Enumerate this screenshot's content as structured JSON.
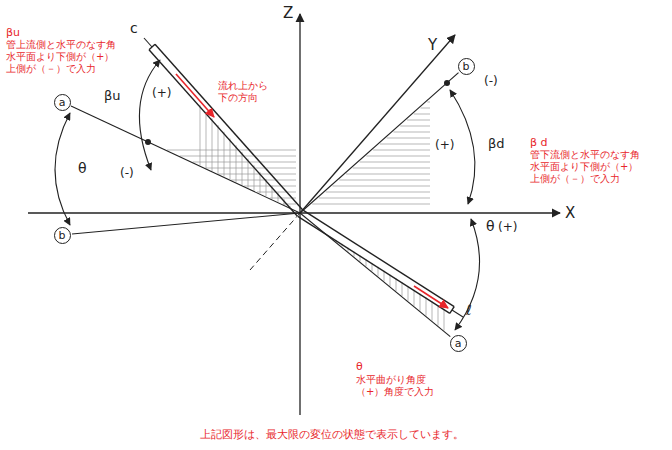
{
  "diagram": {
    "nodes": [
      {
        "text": [
          "a"
        ]
      },
      {
        "text": [
          "b"
        ]
      },
      {
        "text": [
          "b"
        ]
      },
      {
        "text": [
          "a"
        ]
      }
    ],
    "labels": [
      "βu",
      "管上流側と水平のなす角 水平面より下側が（+） 上側が（－）で入力",
      "c",
      "流れ上から 下の方向",
      "Z",
      "Y",
      "βu",
      "(+)",
      "(-)",
      "θ",
      "X",
      "(-)",
      "(+)",
      "βd",
      "β d",
      "管下流側と水平のなす角 水平面より下側が（+） 上側が（－）で入力",
      "θ",
      "(+)",
      "ℓ",
      "θ",
      "水平曲がり角度 （+）角度で入力",
      "上記図形は、最大限の変位の状態で表示しています。"
    ]
  }
}
